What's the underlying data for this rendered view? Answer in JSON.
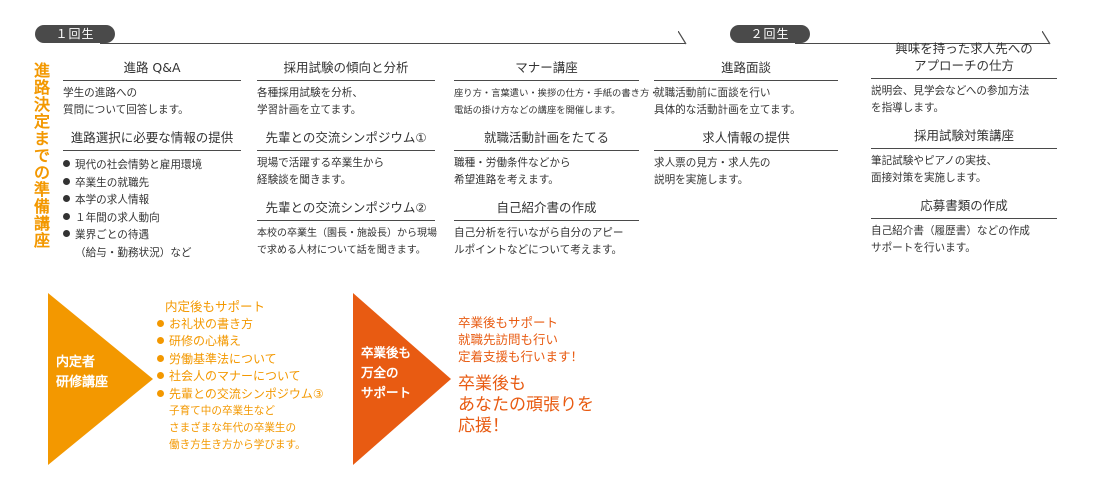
{
  "year1": {
    "label": "１回生"
  },
  "year2": {
    "label": "２回生"
  },
  "side_title": "進路決定までの準備講座",
  "columns": [
    {
      "sections": [
        {
          "title": "進路 Q&A",
          "body": [
            "学生の進路への",
            "質問について回答します。"
          ]
        },
        {
          "title": "進路選択に必要な情報の提供",
          "bullets": [
            "現代の社会情勢と雇用環境",
            "卒業生の就職先",
            "本学の求人情報",
            "１年間の求人動向",
            "業界ごとの待遇"
          ],
          "bullets_tail": "（給与・勤務状況）など"
        }
      ]
    },
    {
      "sections": [
        {
          "title": "採用試験の傾向と分析",
          "body": [
            "各種採用試験を分析、",
            "学習計画を立てます。"
          ]
        },
        {
          "title": "先輩との交流シンポジウム①",
          "body": [
            "現場で活躍する卒業生から",
            "経験談を聞きます。"
          ]
        },
        {
          "title": "先輩との交流シンポジウム②",
          "body": [
            "本校の卒業生（園長・施設長）から現場",
            "で求める人材について話を聞きます。"
          ]
        }
      ]
    },
    {
      "sections": [
        {
          "title": "マナー講座",
          "body": [
            "座り方・言葉遣い・挨拶の仕方・手紙の書き方・",
            "電話の掛け方などの講座を開催します。"
          ]
        },
        {
          "title": "就職活動計画をたてる",
          "body": [
            "職種・労働条件などから",
            "希望進路を考えます。"
          ]
        },
        {
          "title": "自己紹介書の作成",
          "body": [
            "自己分析を行いながら自分のアピー",
            "ルポイントなどについて考えます。"
          ]
        }
      ]
    },
    {
      "sections": [
        {
          "title": "進路面談",
          "body": [
            "就職活動前に面談を行い",
            "具体的な活動計画を立てます。"
          ]
        },
        {
          "title": "求人情報の提供",
          "body": [
            "求人票の見方・求人先の",
            "説明を実施します。"
          ]
        }
      ]
    },
    {
      "sections": [
        {
          "title_lines": [
            "興味を持った求人先への",
            "アプローチの仕方"
          ],
          "body": [
            "説明会、見学会などへの参加方法",
            "を指導します。"
          ]
        },
        {
          "title": "採用試験対策講座",
          "body": [
            "筆記試験やピアノの実技、",
            "面接対策を実施します。"
          ]
        },
        {
          "title": "応募書類の作成",
          "body": [
            "自己紹介書（履歴書）などの作成",
            "サポートを行います。"
          ]
        }
      ]
    }
  ],
  "chevron1": {
    "lines": [
      "内定者",
      "研修講座"
    ],
    "color": "#f39800"
  },
  "chevron2": {
    "lines": [
      "卒業後も",
      "万全の",
      "サポート"
    ],
    "color": "#e85b12"
  },
  "support_after_offer": {
    "heading": "内定後もサポート",
    "items": [
      "お礼状の書き方",
      "研修の心構え",
      "労働基準法について",
      "社会人のマナーについて",
      "先輩との交流シンポジウム③"
    ],
    "tail": [
      "子育て中の卒業生など",
      "さまざまな年代の卒業生の",
      "働き方生き方から学びます。"
    ]
  },
  "support_after_grad": {
    "lines": [
      "卒業後もサポート",
      "就職先訪問も行い",
      "定着支援も行います！"
    ],
    "big_lines": [
      "卒業後も",
      "あなたの頑張りを",
      "応援！"
    ]
  },
  "colors": {
    "orange": "#f39800",
    "red_orange": "#e85b12",
    "dark": "#4a4a4a"
  }
}
